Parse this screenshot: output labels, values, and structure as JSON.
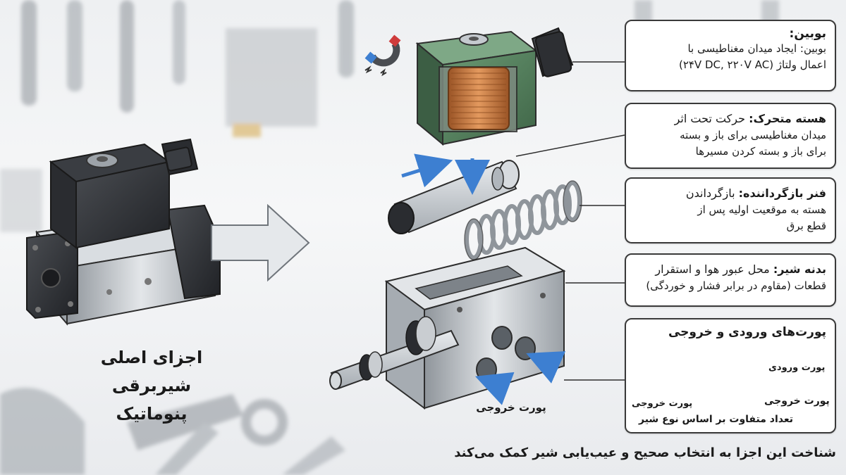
{
  "main_title": {
    "line1": "اجزای اصلی شیربرقی",
    "line2": "پنوماتیک"
  },
  "callouts": {
    "coil": {
      "title": "بوبین:",
      "line1": "بوبین: ایجاد میدان مغناطیسی با",
      "line2": "اعمال ولتاژ (۲۴V DC, ۲۲۰V AC)"
    },
    "plunger": {
      "title": "هسته متحرک:",
      "line1_rest": " حرکت تحت اثر",
      "line2": "میدان مغناطیسی برای باز و بسته",
      "line3": "برای باز و بسته کردن مسیرها"
    },
    "spring": {
      "title": "فنر بازگرداننده:",
      "line1_rest": " بازگرداندن",
      "line2": "هسته به موقعیت اولیه پس از",
      "line3": "قطع برق"
    },
    "body": {
      "title": "بدنه شیر:",
      "line1_rest": " محل عبور هوا و استقرار",
      "line2": "قطعات (مقاوم در برابر فشار و خوردگی)"
    },
    "ports": {
      "title": "پورت‌های ورودی و خروجی",
      "inlet_label": "پورت ورودی",
      "outlet_label_a": "پورت خروجی",
      "outlet_label_b": "پورت خروجی",
      "note": "تعداد متفاوت بر اساس نوع شیر"
    }
  },
  "diagram_outlet_label": "پورت خروجی",
  "footer_note": "شناخت این اجزا به انتخاب صحیح و عیب‌یابی شیر کمک می‌کند",
  "colors": {
    "coil_green": "#4f7a5a",
    "copper": "#c7743a",
    "metal": "#b9bec4",
    "arrow_blue": "#3d7fd1",
    "outline": "#2d2d2d"
  }
}
